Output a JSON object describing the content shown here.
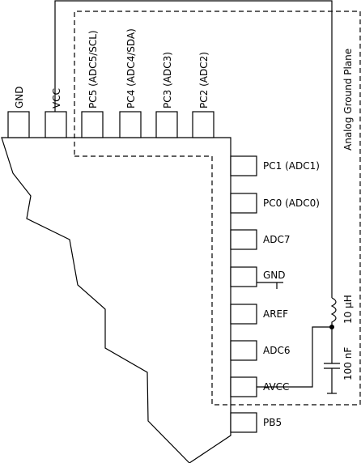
{
  "top_pins": [
    {
      "id": "gnd",
      "label": "GND"
    },
    {
      "id": "vcc",
      "label": "VCC"
    },
    {
      "id": "pc5",
      "label": "PC5 (ADC5/SCL)"
    },
    {
      "id": "pc4",
      "label": "PC4 (ADC4/SDA)"
    },
    {
      "id": "pc3",
      "label": "PC3 (ADC3)"
    },
    {
      "id": "pc2",
      "label": "PC2 (ADC2)"
    }
  ],
  "right_pins": [
    {
      "id": "pc1",
      "label": "PC1 (ADC1)"
    },
    {
      "id": "pc0",
      "label": "PC0 (ADC0)"
    },
    {
      "id": "adc7",
      "label": "ADC7"
    },
    {
      "id": "gnd2",
      "label": "GND"
    },
    {
      "id": "aref",
      "label": "AREF"
    },
    {
      "id": "adc6",
      "label": "ADC6"
    },
    {
      "id": "avcc",
      "label": "AVCC"
    },
    {
      "id": "pb5",
      "label": "PB5"
    }
  ],
  "inductor_label": "10 µH",
  "capacitor_label": "100 nF",
  "plane_label": "Analog Ground Plane"
}
